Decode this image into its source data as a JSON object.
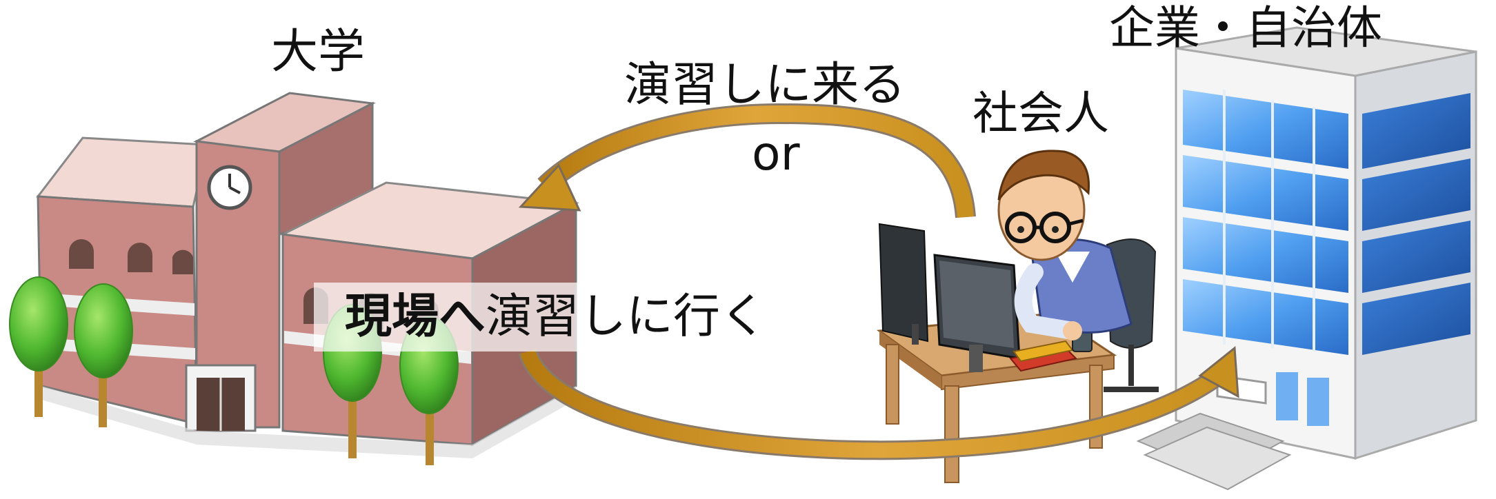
{
  "labels": {
    "university": "大学",
    "organization": "企業・自治体",
    "worker": "社会人",
    "come_to_practice": "演習しに来る",
    "or": "or",
    "go_bold": "現場へ",
    "go_rest": "演習しに行く"
  },
  "colors": {
    "arrow": "#c8901e",
    "arrow_edge": "#7a6a5a",
    "university_wall": "#c98a86",
    "building_glass": "#3d8fdc",
    "tree": "#4fb830"
  }
}
